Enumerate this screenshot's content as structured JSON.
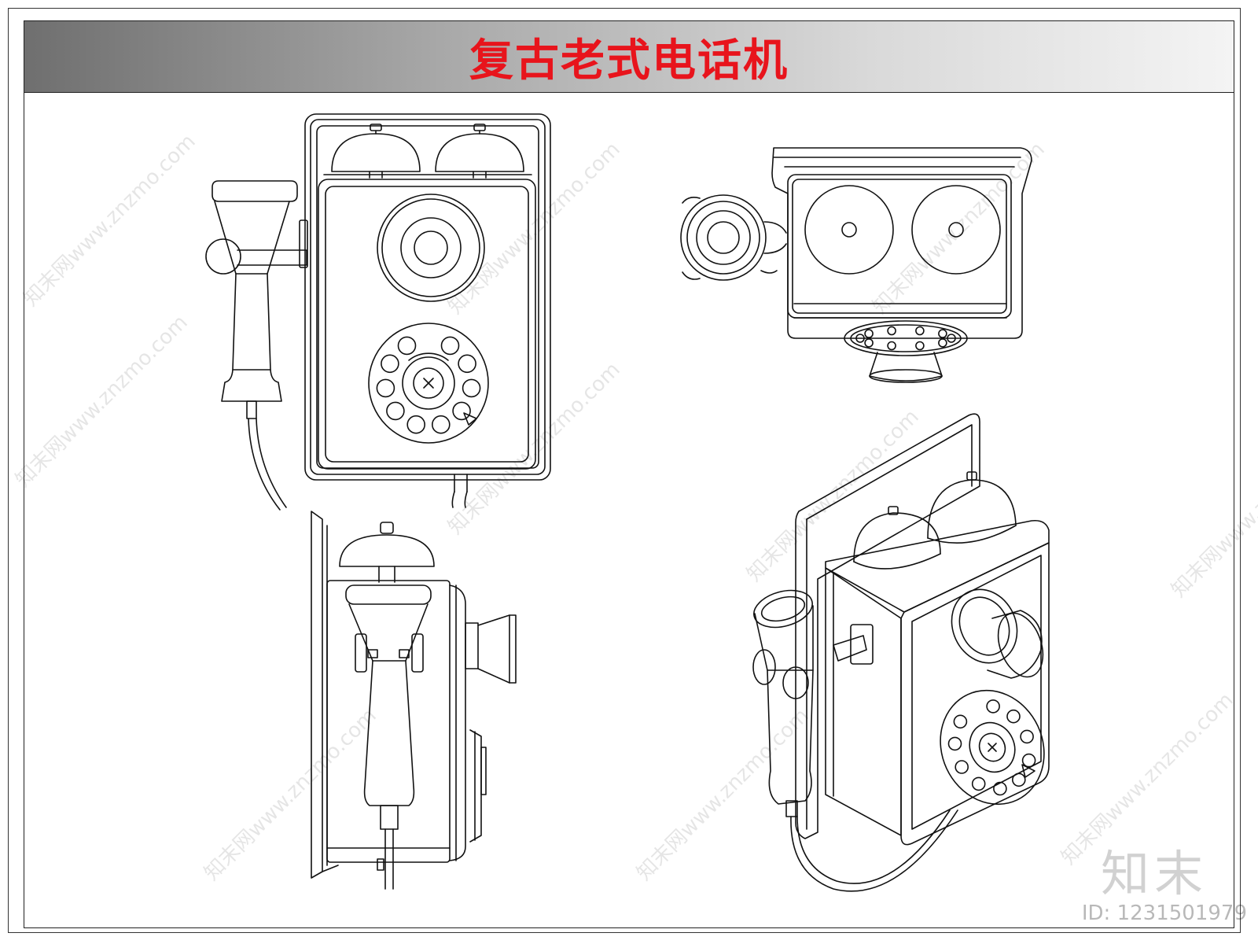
{
  "title": "复古老式电话机",
  "title_color": "#e8141c",
  "brand_mark": "知末",
  "image_id": "ID: 1231501979",
  "watermark_text": "知末网www.znzmo.com",
  "line_color": "#111111",
  "views": [
    {
      "name": "front-view"
    },
    {
      "name": "top-view"
    },
    {
      "name": "side-view"
    },
    {
      "name": "isometric-view"
    }
  ]
}
